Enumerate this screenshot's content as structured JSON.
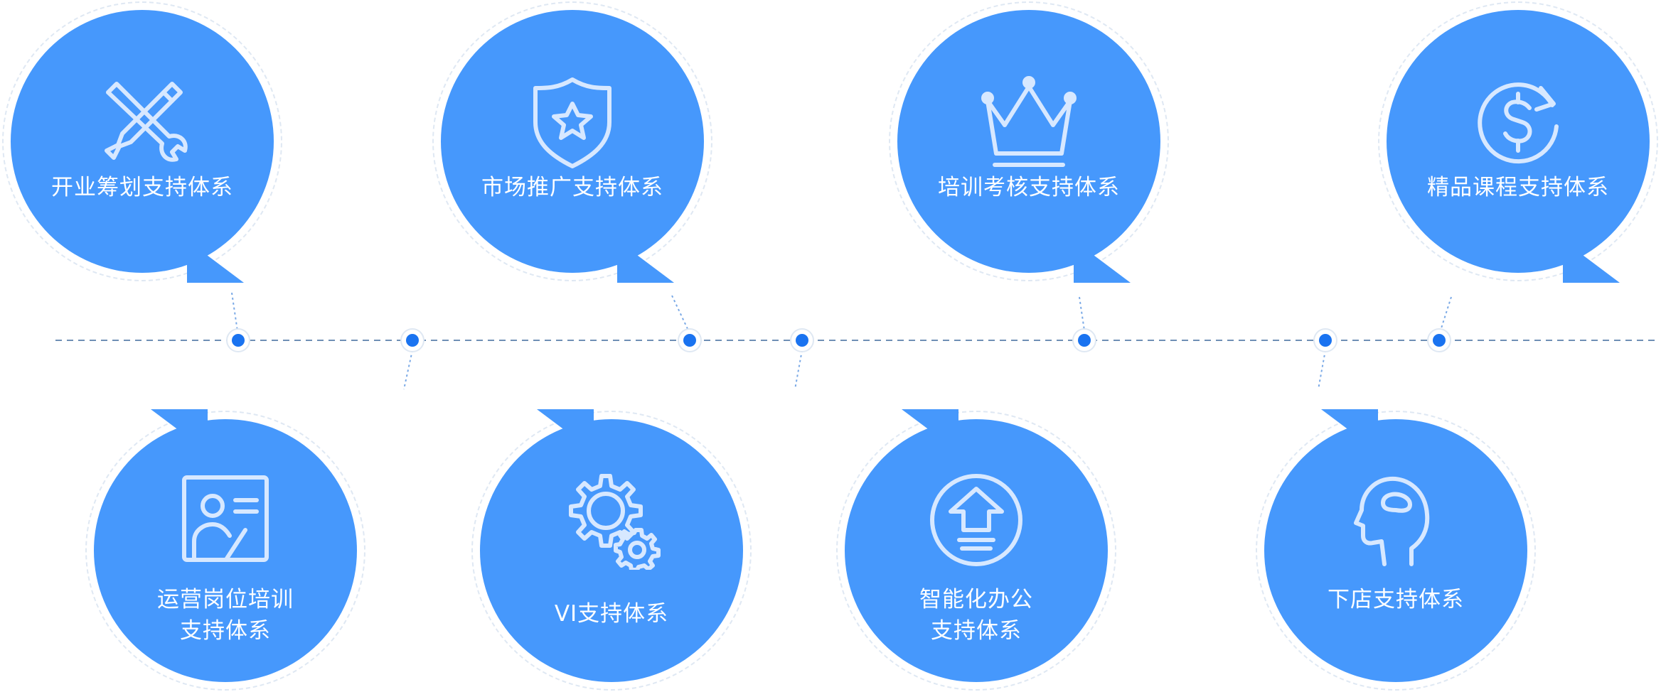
{
  "colors": {
    "bubble": "#4698fc",
    "icon_stroke": "#d7e8ff",
    "timeline": "#6f8fb5",
    "dot": "#1a73f0",
    "dot_ring": "#dfe8f3"
  },
  "top_items": [
    {
      "icon": "tools-icon",
      "lines": [
        "开业筹划支持体系"
      ]
    },
    {
      "icon": "shield-star-icon",
      "lines": [
        "市场推广支持体系"
      ]
    },
    {
      "icon": "crown-icon",
      "lines": [
        "培训考核支持体系"
      ]
    },
    {
      "icon": "dollar-refresh-icon",
      "lines": [
        "精品课程支持体系"
      ]
    }
  ],
  "bottom_items": [
    {
      "icon": "presenter-board-icon",
      "lines": [
        "运营岗位培训",
        "支持体系"
      ]
    },
    {
      "icon": "gears-icon",
      "lines": [
        "VI支持体系"
      ]
    },
    {
      "icon": "upgrade-arrow-icon",
      "lines": [
        "智能化办公",
        "支持体系"
      ]
    },
    {
      "icon": "head-icon",
      "lines": [
        "下店支持体系"
      ]
    }
  ]
}
